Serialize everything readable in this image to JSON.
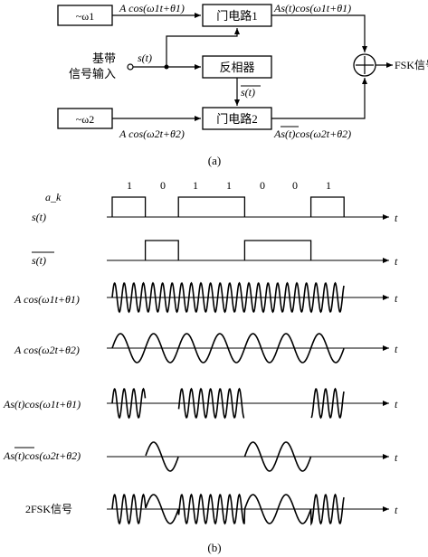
{
  "part_a": {
    "osc1": "~ω1",
    "osc2": "~ω2",
    "gate1": "门电路1",
    "gate2": "门电路2",
    "inverter": "反相器",
    "baseband_input_line1": "基带",
    "baseband_input_line2": "信号输入",
    "s_label": "s(t)",
    "s_bar_label": "s(t)",
    "carrier1": "A cos(ω1t+θ1)",
    "carrier2": "A cos(ω2t+θ2)",
    "gated1": "As(t)cos(ω1t+θ1)",
    "gated2": "As(t)cos(ω2t+θ2)",
    "output": "FSK信号",
    "caption": "(a)"
  },
  "part_b": {
    "bits_label": "a_k",
    "bits": [
      "1",
      "0",
      "1",
      "1",
      "0",
      "0",
      "1"
    ],
    "time_label": "t",
    "caption": "(b)",
    "rows": [
      {
        "label": "s(t)"
      },
      {
        "label": "s(t)"
      },
      {
        "label": "A cos(ω1t+θ1)"
      },
      {
        "label": "A cos(ω2t+θ2)"
      },
      {
        "label": "As(t)cos(ω1t+θ1)"
      },
      {
        "label": "As(t)cos(ω2t+θ2)"
      },
      {
        "label": "2FSK信号"
      }
    ]
  }
}
